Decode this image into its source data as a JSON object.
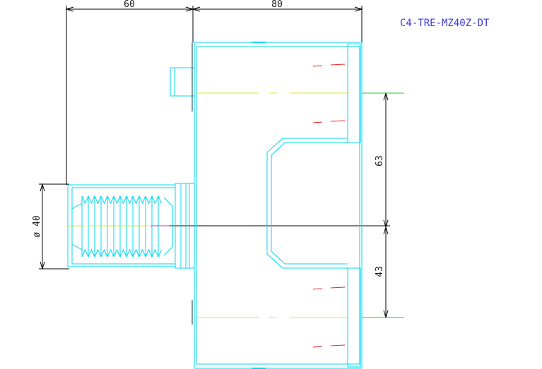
{
  "title": "C4-TRE-MZ40Z-DT",
  "dimensions": {
    "top_left": "60",
    "top_right": "80",
    "right_upper": "63",
    "right_lower": "43",
    "diameter": "ø 40"
  },
  "colors": {
    "outline": "#00d8f0",
    "centerline": "#e8e800",
    "hidden": "#ee2222",
    "extension": "#22cc22",
    "dimension": "#000000",
    "title": "#3a3ae0"
  }
}
